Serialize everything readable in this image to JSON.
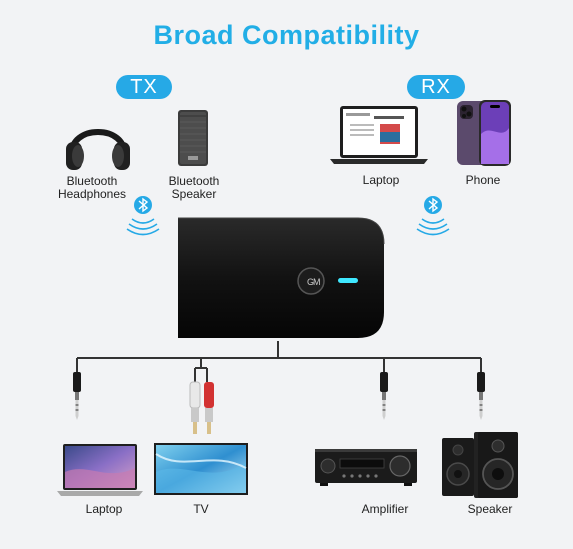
{
  "title": "Broad Compatibility",
  "badges": {
    "tx": "TX",
    "rx": "RX"
  },
  "top_devices": {
    "headphones": [
      "Bluetooth",
      "Headphones"
    ],
    "speaker": [
      "Bluetooth",
      "Speaker"
    ],
    "laptop": "Laptop",
    "phone": "Phone"
  },
  "bottom_devices": {
    "laptop": "Laptop",
    "tv": "TV",
    "amplifier": "Amplifier",
    "speaker": "Speaker"
  },
  "colors": {
    "accent": "#26a9e6",
    "device_body": "#141414",
    "led": "#3fe8ff"
  },
  "icons": [
    "bluetooth-icon",
    "signal-waves-icon",
    "headphones-icon",
    "speaker-icon",
    "laptop-icon",
    "phone-icon",
    "tv-icon",
    "amplifier-icon",
    "audio-jack-icon",
    "rca-plug-icon"
  ]
}
